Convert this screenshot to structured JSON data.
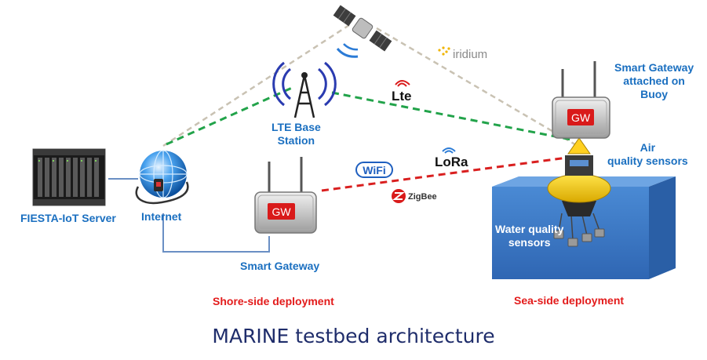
{
  "labels": {
    "server": "FIESTA-IoT Server",
    "internet": "Internet",
    "lte_base_station": "LTE Base\nStation",
    "smart_gateway": "Smart Gateway",
    "smart_gateway_buoy": "Smart Gateway\nattached on\nBuoy",
    "air_quality": "Air\nquality sensors",
    "water_quality": "Water quality\nsensors",
    "shore_deployment": "Shore-side deployment",
    "sea_deployment": "Sea-side deployment"
  },
  "gateway_badge": "GW",
  "logos": {
    "iridium": "iridium",
    "lte": "Lte",
    "lora": "LoRa",
    "wifi": "WiFi",
    "zigbee": "ZigBee"
  },
  "caption": "MARINE testbed architecture",
  "colors": {
    "label_blue": "#1a6fc0",
    "deployment_red": "#e31b1b",
    "caption_navy": "#1f2d6b",
    "lte_link": "#22a34a",
    "satellite_link": "#c0b9a8",
    "lora_link": "#d91f1f",
    "wired_link": "#6a8fc4",
    "sea": "#3a78c4"
  },
  "icons": [
    "server-rack-icon",
    "globe-icon",
    "radio-tower-icon",
    "satellite-icon",
    "gateway-icon",
    "buoy-icon"
  ]
}
